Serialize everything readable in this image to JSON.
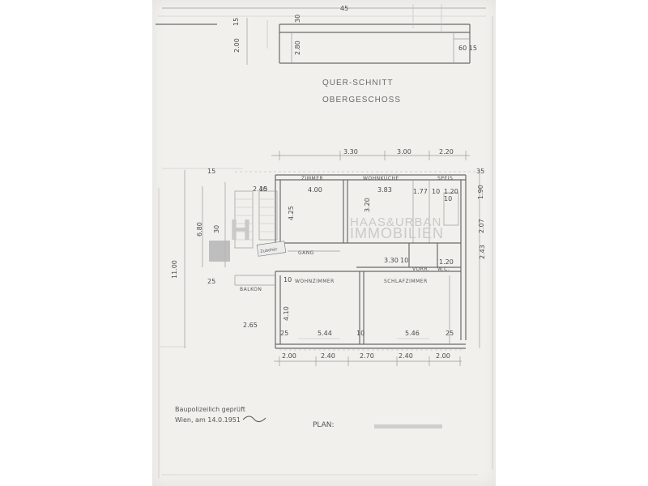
{
  "section_title": "QUER-SCHNITT",
  "section_subtitle": "OBERGESCHOSS",
  "section_dims": {
    "top": "45",
    "left_a": "15",
    "left_b": "2.00",
    "inner_a": "30",
    "inner_b": "2.80",
    "right": "60 15"
  },
  "plan_dims_top": [
    "3.30",
    "3.00",
    "2.20"
  ],
  "plan_dims_bottom": [
    "2.00",
    "2.40",
    "2.70",
    "2.40",
    "2.00"
  ],
  "plan_dims_room_widths": [
    "5.44",
    "5.46"
  ],
  "plan_dims_misc": {
    "stair_w": "2.40",
    "zimmer_w": "4.00",
    "kueche_w": "3.83",
    "kueche_h": "3.20",
    "small_a": "1.77",
    "small_b": "10",
    "spei_w": "1.20",
    "zimmer_h": "4.25",
    "left_total": "11.00",
    "left_mid": "6.80",
    "left_small": "30",
    "corr": "3.30",
    "corr_b": "10",
    "wc_w": "1.20",
    "wohn_h": "4.10",
    "balkon_w": "2.65",
    "right_a": "1.90",
    "right_b": "2.07",
    "right_c": "2.43",
    "stair_a": "15",
    "stair_b": "35",
    "left_15": "15",
    "left_25": "25",
    "ten_a": "10",
    "ten_b": "10",
    "bot_25a": "25",
    "bot_25b": "25",
    "bot_10": "10"
  },
  "rooms": {
    "zimmer": "ZIMMER",
    "wohnkueche": "WOHNKÜCHE",
    "speis": "SPEIS",
    "wohnzimmer": "WOHNZIMMER",
    "schlafzimmer": "SCHLAFZIMMER",
    "balkon": "BALKON",
    "vorr": "VORR.",
    "wc": "W.C.",
    "gang": "GANG"
  },
  "watermark": {
    "logo_letter": "H",
    "brand_line1": "HAAS&URBAN",
    "brand_line2": "IMMOBILIEN"
  },
  "stamp_text": "Zubehör",
  "footer": {
    "approval_line1": "Baupolizeilich geprüft",
    "approval_line2": "Wien, am 14.0.1951",
    "plan_label": "PLAN:"
  },
  "colors": {
    "paper": "#f1f0ed",
    "ink": "#6a6a6a",
    "watermark_logo": "#b5b5b5"
  }
}
